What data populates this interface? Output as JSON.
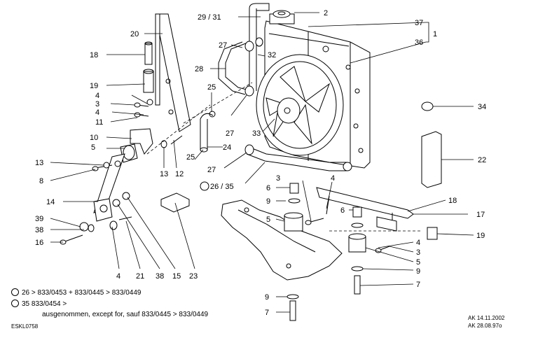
{
  "callouts": [
    "1",
    "2",
    "29 / 31",
    "37",
    "36",
    "20",
    "18",
    "19",
    "4",
    "3",
    "4",
    "11",
    "10",
    "5",
    "13",
    "8",
    "14",
    "39",
    "38",
    "16",
    "4",
    "21",
    "38",
    "15",
    "23",
    "25",
    "24",
    "25",
    "27",
    "28",
    "32",
    "27",
    "33",
    "27",
    "26 / 35",
    "34",
    "22",
    "6",
    "9",
    "5",
    "3",
    "4",
    "6",
    "18",
    "17",
    "19",
    "4",
    "3",
    "5",
    "9",
    "7",
    "9",
    "7",
    "13",
    "12"
  ],
  "notes": {
    "line1_num": "26",
    "line1_text": "> 833/0453   + 833/0445 > 833/0449",
    "line2_num": "35",
    "line2_text": "833/0454 >",
    "line3_text": "ausgenommen, except for, sauf 833/0445 > 833/0449"
  },
  "footer": {
    "code": "ESKL0758",
    "date1": "AK  14.11.2002",
    "date2": "AK  28.08.97o"
  }
}
